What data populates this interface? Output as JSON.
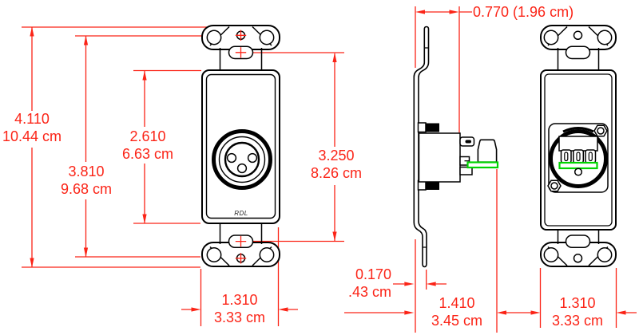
{
  "figure": {
    "type": "mechanical-dimension-drawing",
    "brand_label": "RDL",
    "colors": {
      "dimension_lines": "#fb2417",
      "line_art": "#000000",
      "pcb_highlight": "#00d400",
      "background": "#ffffff"
    },
    "dimensions": {
      "overall_height": {
        "inches": "4.110",
        "metric": "10.44 cm"
      },
      "mounting_hole_spacing": {
        "inches": "3.810",
        "metric": "9.68 cm"
      },
      "insert_opening_height": {
        "inches": "2.610",
        "metric": "6.63 cm"
      },
      "slot_spacing": {
        "inches": "3.250",
        "metric": "8.26 cm"
      },
      "overall_depth": {
        "combined": "0.770 (1.96 cm)"
      },
      "plate_offset": {
        "inches": "0.170",
        "metric": ".43 cm"
      },
      "front_width": {
        "inches": "1.310",
        "metric": "3.33 cm"
      },
      "rear_depth": {
        "inches": "1.410",
        "metric": "3.45 cm"
      },
      "rear_width": {
        "inches": "1.310",
        "metric": "3.33 cm"
      }
    }
  }
}
